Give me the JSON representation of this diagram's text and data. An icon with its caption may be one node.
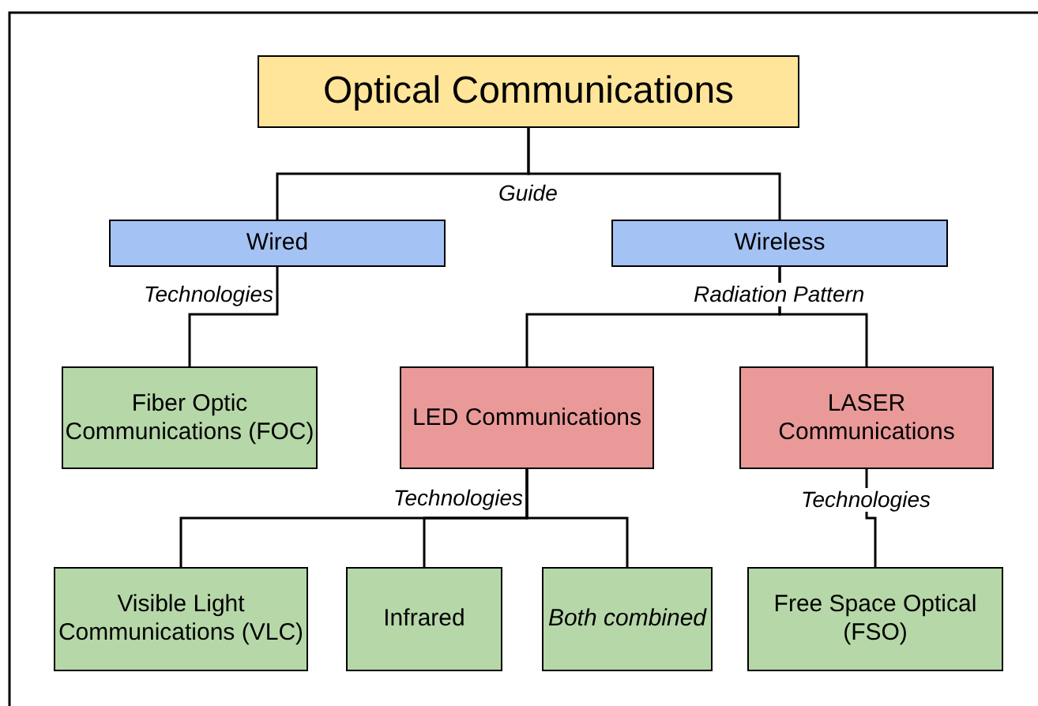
{
  "diagram": {
    "nodes": [
      {
        "text": [
          "Optical Communications"
        ]
      },
      {
        "text": [
          "Wired"
        ]
      },
      {
        "text": [
          "Wireless"
        ]
      },
      {
        "text": [
          "Fiber Optic Communications (FOC)"
        ]
      },
      {
        "text": [
          "LED Communications"
        ]
      },
      {
        "text": [
          "LASER Communications"
        ]
      },
      {
        "text": [
          "Visible Light Communications (VLC)"
        ]
      },
      {
        "text": [
          "Infrared"
        ]
      },
      {
        "text": [
          "Both combined"
        ]
      },
      {
        "text": [
          "Free Space Optical (FSO)"
        ]
      }
    ],
    "edges": [
      {
        "from": 0,
        "to": 1,
        "arrow": "none",
        "label": "Guide"
      },
      {
        "from": 0,
        "to": 2,
        "arrow": "none"
      },
      {
        "from": 1,
        "to": 3,
        "arrow": "none",
        "label": "Technologies"
      },
      {
        "from": 2,
        "to": 4,
        "arrow": "none",
        "label": "Radiation Pattern"
      },
      {
        "from": 2,
        "to": 5,
        "arrow": "none"
      },
      {
        "from": 4,
        "to": 6,
        "arrow": "none",
        "label": "Technologies"
      },
      {
        "from": 4,
        "to": 7,
        "arrow": "none"
      },
      {
        "from": 4,
        "to": 8,
        "arrow": "none"
      },
      {
        "from": 5,
        "to": 9,
        "arrow": "none",
        "label": "Technologies"
      }
    ]
  }
}
